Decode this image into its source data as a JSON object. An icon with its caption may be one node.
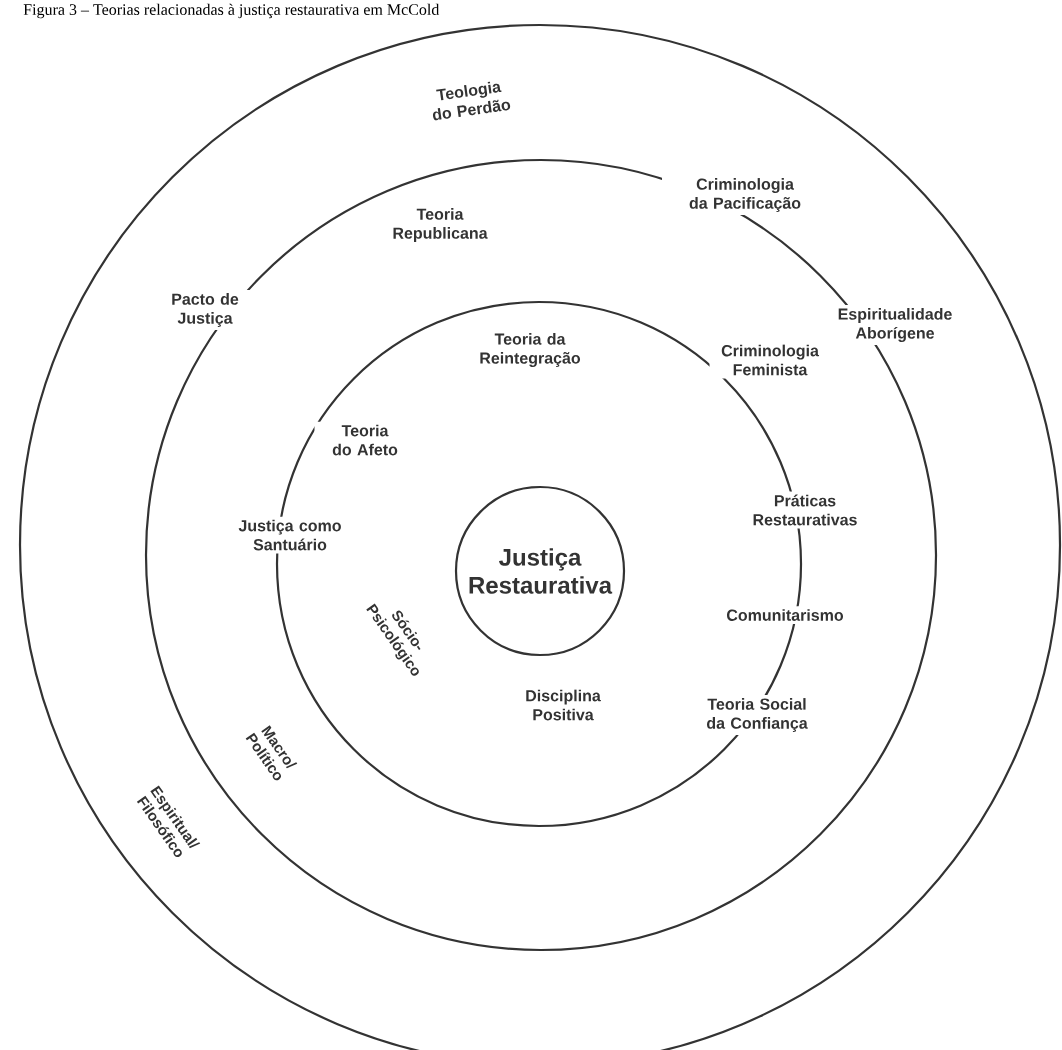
{
  "diagram": {
    "title": "Figura 3 – Teorias relacionadas à justiça restaurativa em McCold",
    "nodes": [
      {
        "text": [
          "Espiritual/ Filosófico"
        ]
      },
      {
        "text": [
          "Macro/ Político"
        ],
        "in": 0
      },
      {
        "text": [
          "Sócio- Psicológico"
        ],
        "in": 1
      },
      {
        "text": [
          "Justiça Restaurativa"
        ],
        "in": 2
      }
    ],
    "labels": [
      "Teologia do Perdão",
      "Criminologia da Pacificação",
      "Teoria Republicana",
      "Pacto de Justiça",
      "Espiritualidade Aborígene",
      "Teoria da Reintegração",
      "Criminologia Feminista",
      "Teoria do Afeto",
      "Práticas Restaurativas",
      "Justiça como Santuário",
      "Comunitarismo",
      "Disciplina Positiva",
      "Teoria Social da Confiança"
    ]
  }
}
